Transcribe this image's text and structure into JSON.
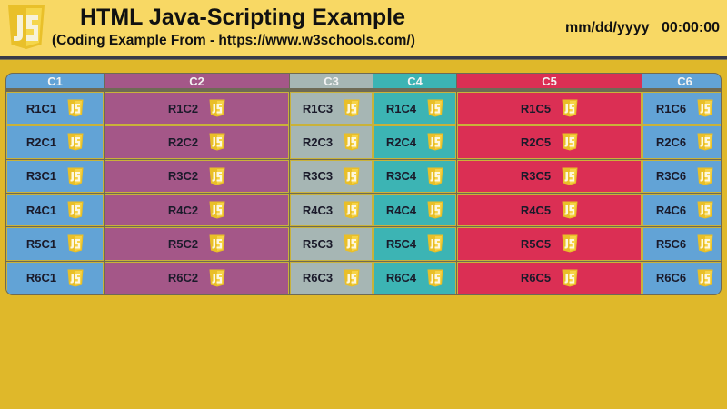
{
  "header": {
    "logo": "js-shield-logo",
    "title": "HTML Java-Scripting Example",
    "subtitle": "(Coding Example From - https://www.w3schools.com/)",
    "date": "mm/dd/yyyy",
    "time": "00:00:00"
  },
  "colors": {
    "page_bg": "#dfb82a",
    "header_bg": "#f8d864",
    "header_rule": "#383a48",
    "c1": "#62a3d6",
    "c2": "#a45788",
    "c3": "#a6b6b4",
    "c4": "#3cb4b4",
    "c5": "#db2f54",
    "c6": "#62a3d6",
    "js_icon": "#f2c430"
  },
  "table": {
    "columns": [
      "C1",
      "C2",
      "C3",
      "C4",
      "C5",
      "C6"
    ],
    "rows": [
      [
        "R1C1",
        "R1C2",
        "R1C3",
        "R1C4",
        "R1C5",
        "R1C6"
      ],
      [
        "R2C1",
        "R2C2",
        "R2C3",
        "R2C4",
        "R2C5",
        "R2C6"
      ],
      [
        "R3C1",
        "R3C2",
        "R3C3",
        "R3C4",
        "R3C5",
        "R3C6"
      ],
      [
        "R4C1",
        "R4C2",
        "R4C3",
        "R4C4",
        "R4C5",
        "R4C6"
      ],
      [
        "R5C1",
        "R5C2",
        "R5C3",
        "R5C4",
        "R5C5",
        "R5C6"
      ],
      [
        "R6C1",
        "R6C2",
        "R6C3",
        "R6C4",
        "R6C5",
        "R6C6"
      ]
    ],
    "cell_icon": "js-icon"
  }
}
